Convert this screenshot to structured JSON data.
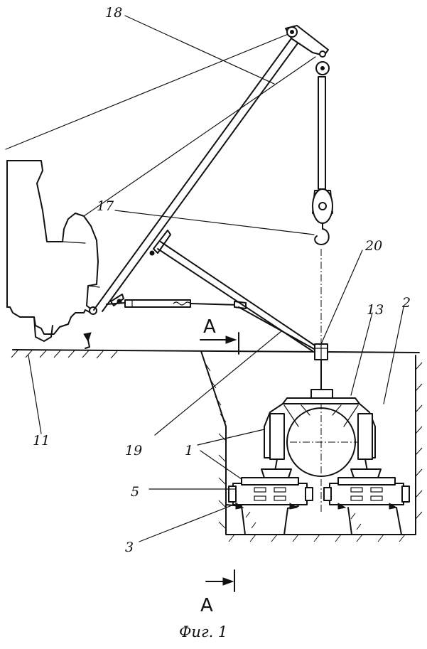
{
  "labels": {
    "l18": "18",
    "l17": "17",
    "l20": "20",
    "l13": "13",
    "l2": "2",
    "l11": "11",
    "l19": "19",
    "l1": "1",
    "l5": "5",
    "l3": "3"
  },
  "section": {
    "top": "A",
    "bottom": "A"
  },
  "caption": "Фиг. 1"
}
